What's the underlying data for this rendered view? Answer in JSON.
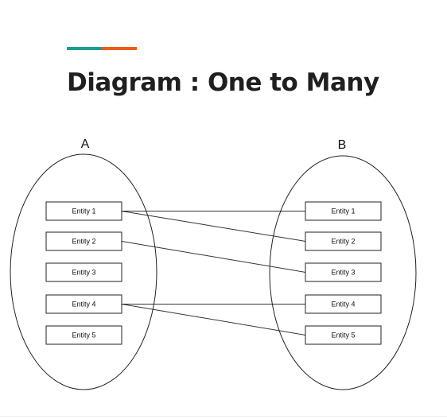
{
  "slide": {
    "title": "Diagram : One to Many",
    "accent_colors": [
      "#1a9e8f",
      "#ee5c19"
    ]
  },
  "diagram": {
    "set_a": {
      "label": "A",
      "entities": [
        "Entity 1",
        "Entity 2",
        "Entity 3",
        "Entity 4",
        "Entity 5"
      ]
    },
    "set_b": {
      "label": "B",
      "entities": [
        "Entity 1",
        "Entity 2",
        "Entity 3",
        "Entity 4",
        "Entity 5"
      ]
    },
    "mappings": [
      {
        "from": "Entity 1",
        "to": "Entity 1"
      },
      {
        "from": "Entity 1",
        "to": "Entity 2"
      },
      {
        "from": "Entity 2",
        "to": "Entity 3"
      },
      {
        "from": "Entity 4",
        "to": "Entity 4"
      },
      {
        "from": "Entity 4",
        "to": "Entity 5"
      }
    ]
  }
}
